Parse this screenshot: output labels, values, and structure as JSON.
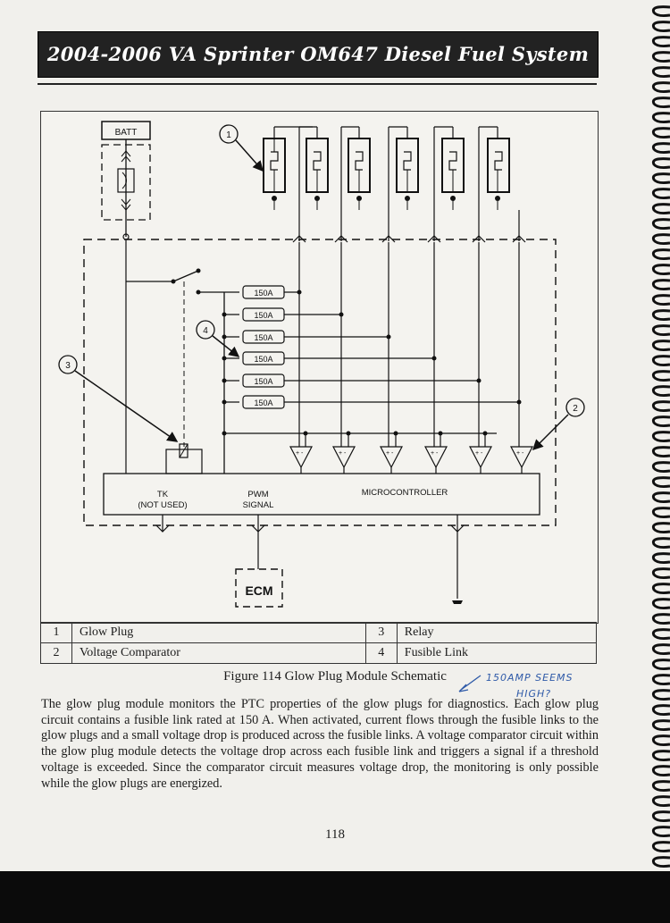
{
  "title": "2004-2006 VA Sprinter OM647 Diesel Fuel System",
  "schematic": {
    "batt_label": "BATT",
    "fuse_labels": [
      "150A",
      "150A",
      "150A",
      "150A",
      "150A",
      "150A"
    ],
    "tk_label": "TK",
    "tk_note": "(NOT USED)",
    "pwm_label": "PWM",
    "signal_label": "SIGNAL",
    "microcontroller_label": "MICROCONTROLLER",
    "ecm_label": "ECM",
    "callouts": [
      "1",
      "2",
      "3",
      "4"
    ],
    "comparator_sign": "+ -"
  },
  "legend": [
    {
      "num": "1",
      "label": "Glow Plug",
      "num2": "3",
      "label2": "Relay"
    },
    {
      "num": "2",
      "label": "Voltage Comparator",
      "num2": "4",
      "label2": "Fusible Link"
    }
  ],
  "caption": "Figure 114 Glow Plug Module Schematic",
  "annotation": {
    "line1": "150AMP SEEMS",
    "line2": "HIGH?"
  },
  "body_text": "The glow plug module monitors the PTC properties of the glow plugs for diagnostics. Each glow plug circuit contains a fusible link rated at 150 A. When activated, current flows through the fusible links to the glow plugs and a small voltage drop is produced across the fusible links. A voltage comparator circuit within the glow plug module detects the voltage drop across each fusible link and triggers a signal if a threshold voltage is exceeded. Since the comparator circuit measures voltage drop, the monitoring is only possible while the glow plugs are energized.",
  "page_number": "118"
}
